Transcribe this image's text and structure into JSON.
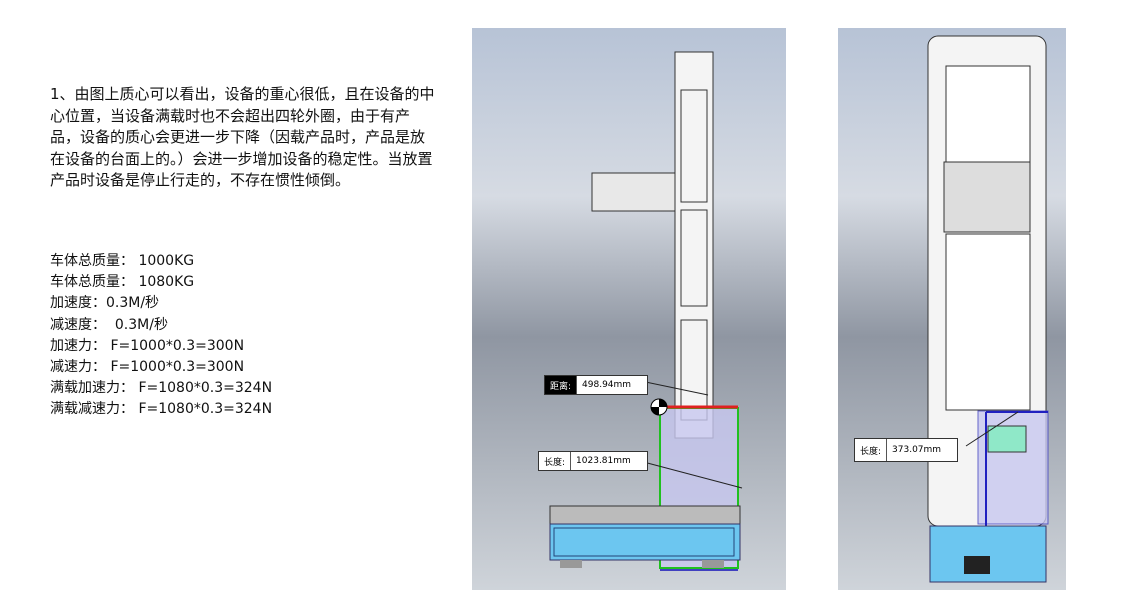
{
  "paragraph": "1、由图上质心可以看出，设备的重心很低，且在设备的中心位置，当设备满载时也不会超出四轮外圈，由于有产品，设备的质心会更进一步下降（因载产品时，产品是放在设备的台面上的。）会进一步增加设备的稳定性。当放置产品时设备是停止行走的，不存在惯性倾倒。",
  "specs": [
    "车体总质量： 1000KG",
    "车体总质量： 1080KG",
    "加速度：0.3M/秒",
    "减速度：  0.3M/秒",
    "加速力： F=1000*0.3=300N",
    "减速力： F=1000*0.3=300N",
    "满载加速力： F=1080*0.3=324N",
    "满载减速力： F=1080*0.3=324N"
  ],
  "left_view": {
    "distance_label": "距离:",
    "distance_value": "498.94mm",
    "length_label": "长度:",
    "length_value": "1023.81mm"
  },
  "right_view": {
    "length_label": "长度:",
    "length_value": "373.07mm"
  }
}
